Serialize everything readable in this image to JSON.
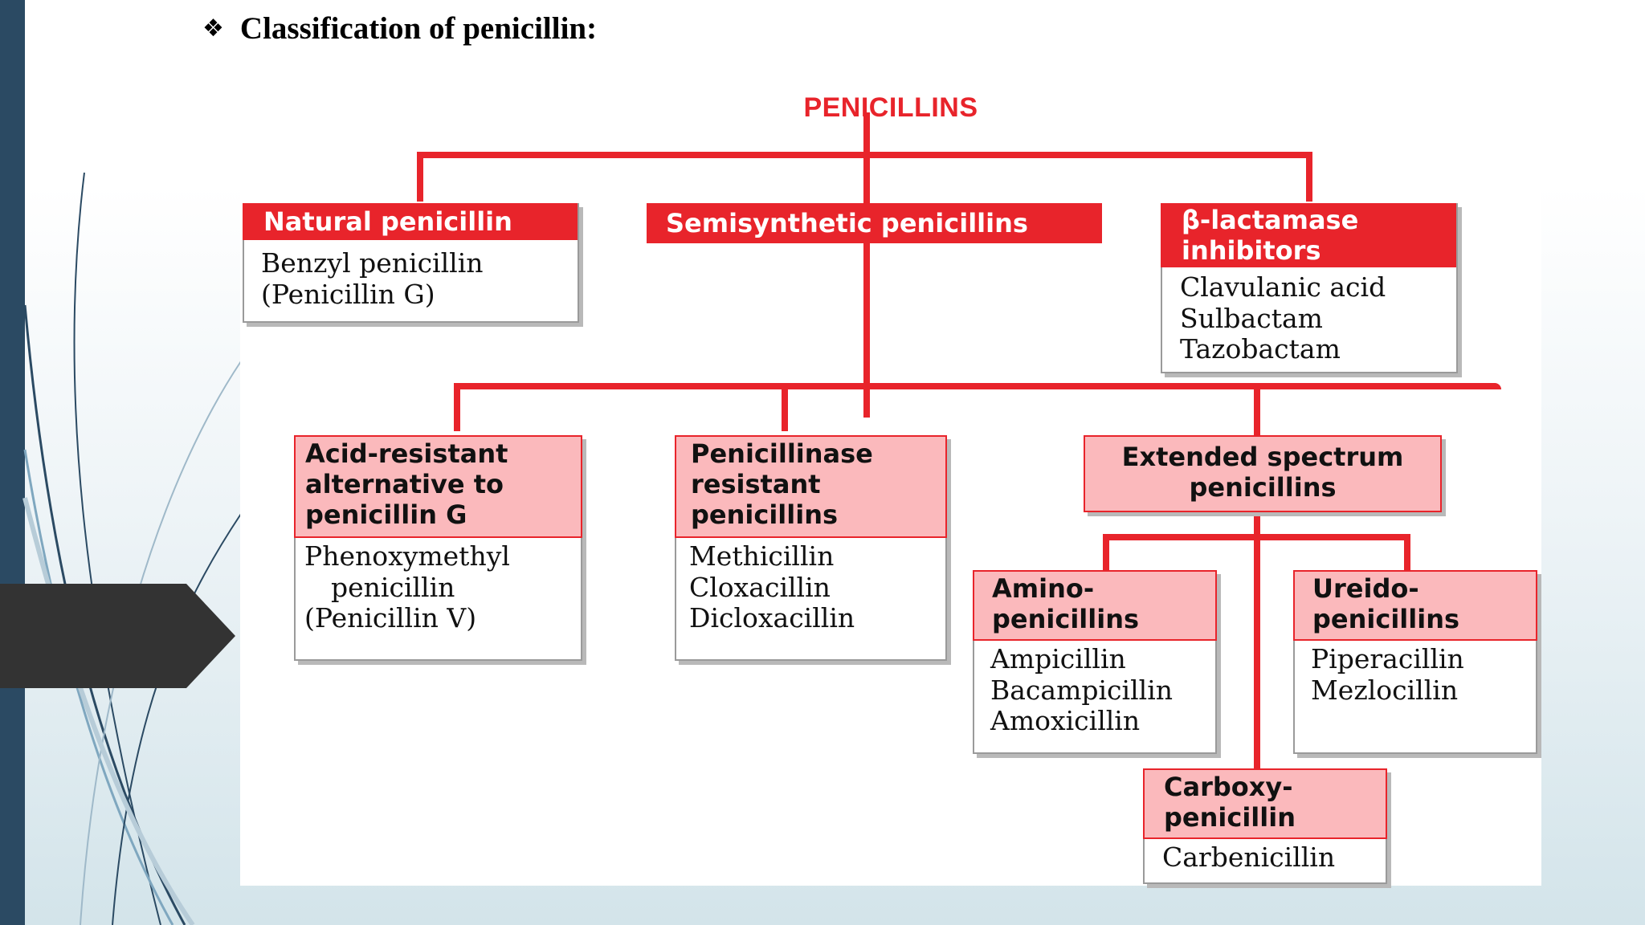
{
  "slide": {
    "bullet_icon": "diamond-bullet-icon",
    "bullet_glyph": "❖",
    "title": "Classification of penicillin:"
  },
  "diagram": {
    "root": "PENICILLINS",
    "natural": {
      "title": "Natural penicillin",
      "items": [
        "Benzyl penicillin",
        "(Penicillin G)"
      ]
    },
    "semisynthetic": {
      "title": "Semisynthetic penicillins"
    },
    "inhibitors": {
      "title_line1": "β-lactamase",
      "title_line2": "inhibitors",
      "items": [
        "Clavulanic acid",
        "Sulbactam",
        "Tazobactam"
      ]
    },
    "acid_resistant": {
      "title_lines": [
        "Acid-resistant",
        "alternative to",
        "penicillin G"
      ],
      "items": [
        "Phenoxymethyl",
        "penicillin",
        "(Penicillin V)"
      ]
    },
    "penicillinase": {
      "title_lines": [
        "Penicillinase",
        "resistant",
        "penicillins"
      ],
      "items": [
        "Methicillin",
        "Cloxacillin",
        "Dicloxacillin"
      ]
    },
    "extended": {
      "title_lines": [
        "Extended spectrum",
        "penicillins"
      ]
    },
    "amino": {
      "title_lines": [
        "Amino-",
        "penicillins"
      ],
      "items": [
        "Ampicillin",
        "Bacampicillin",
        "Amoxicillin"
      ]
    },
    "ureido": {
      "title_lines": [
        "Ureido-",
        "penicillins"
      ],
      "items": [
        "Piperacillin",
        "Mezlocillin"
      ]
    },
    "carboxy": {
      "title_lines": [
        "Carboxy-",
        "penicillin"
      ],
      "items": [
        "Carbenicillin"
      ]
    }
  },
  "colors": {
    "accent_red": "#e8242b",
    "header_pink": "#fbb9bc",
    "side_bar": "#2b4a63",
    "arrow_dark": "#333333"
  }
}
